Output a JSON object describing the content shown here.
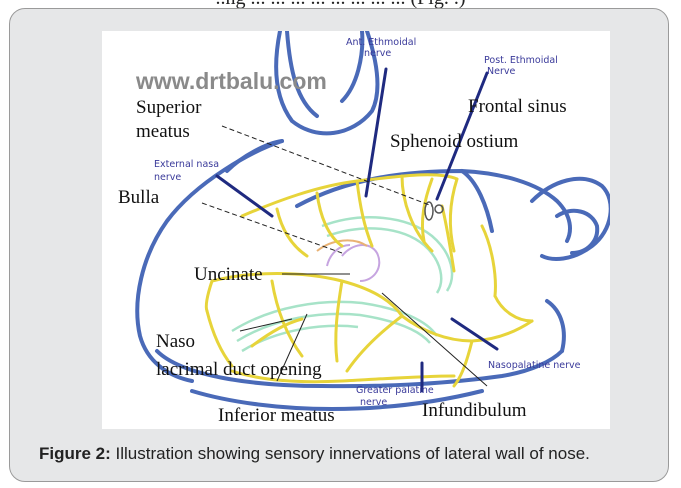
{
  "page": {
    "top_text": "..ng ... ... ... ... ... ... ... ... (Fig. .)"
  },
  "figure": {
    "watermark": "www.drtbalu.com",
    "labels": {
      "ant_ethmoidal_1": "Ant. Ethmoidal",
      "ant_ethmoidal_2": "nerve",
      "post_ethmoidal_1": "Post. Ethmoidal",
      "post_ethmoidal_2": "Nerve",
      "superior_1": "Superior",
      "superior_2": "meatus",
      "frontal_sinus": "Frontal sinus",
      "sphenoid_ostium": "Sphenoid ostium",
      "external_nasal_1": "External nasa",
      "external_nasal_2": "nerve",
      "bulla": "Bulla",
      "uncinate": "Uncinate",
      "naso": "Naso",
      "lacrimal_duct": "lacrimal duct opening",
      "nasopalatine": "Nasopalatine nerve",
      "greater_palatine_1": "Greater palatine",
      "greater_palatine_2": "nerve",
      "inferior_meatus": "Inferior meatus",
      "infundibulum": "Infundibulum"
    },
    "colors": {
      "outline": "#4a6ab8",
      "nerve": "#e7d43a",
      "pointer_nerve": "#1f2a80",
      "turbinate": "#a7e3c8",
      "small_label": "#3a3a9a",
      "watermark": "#8a8a8a"
    }
  },
  "caption": {
    "label": "Figure 2:",
    "text": " Illustration showing sensory innervations of lateral wall of nose."
  }
}
